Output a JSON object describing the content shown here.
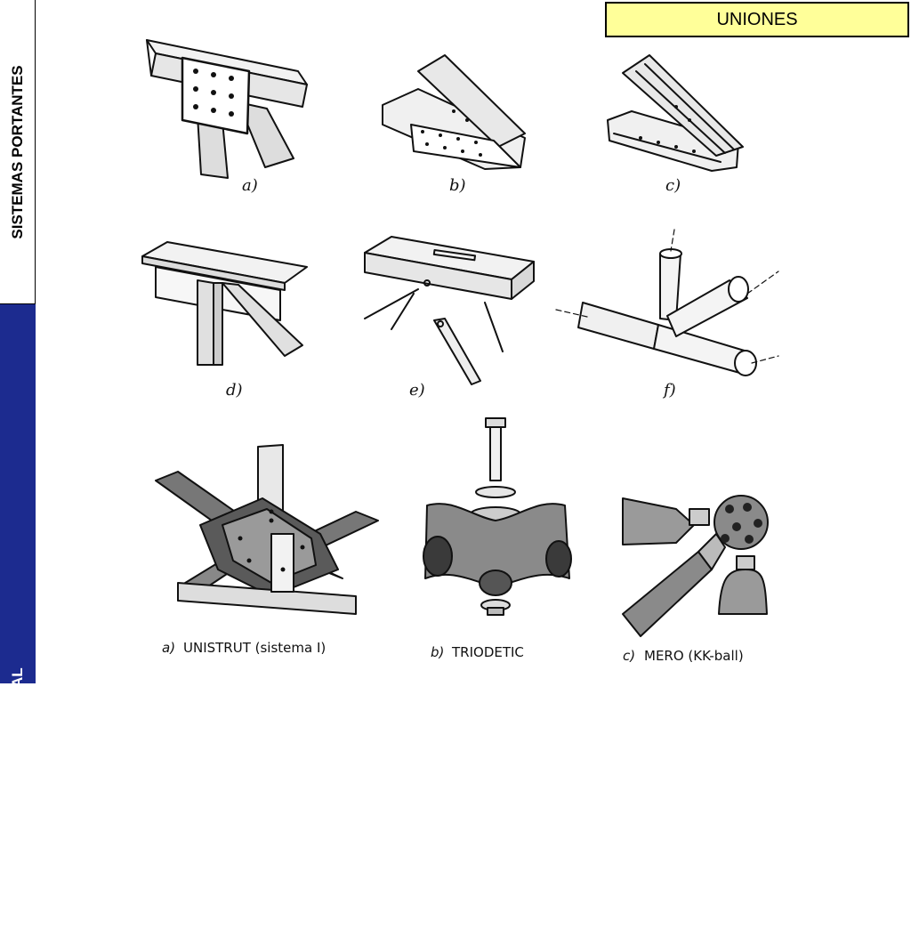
{
  "header": {
    "title": "UNIONES"
  },
  "sidebar": {
    "top_label": "SISTEMAS PORTANTES",
    "bottom_label": "FUNDAMENTACIÓN ESTRUCTURAL"
  },
  "figures": {
    "a": "a)",
    "b": "b)",
    "c": "c)",
    "d": "d)",
    "e": "e)",
    "f": "f)"
  },
  "systems": {
    "a_letter": "a)",
    "a_name": "UNISTRUT (sistema I)",
    "b_letter": "b)",
    "b_name": "TRIODETIC",
    "c_letter": "c)",
    "c_name": "MERO (KK-ball)"
  }
}
